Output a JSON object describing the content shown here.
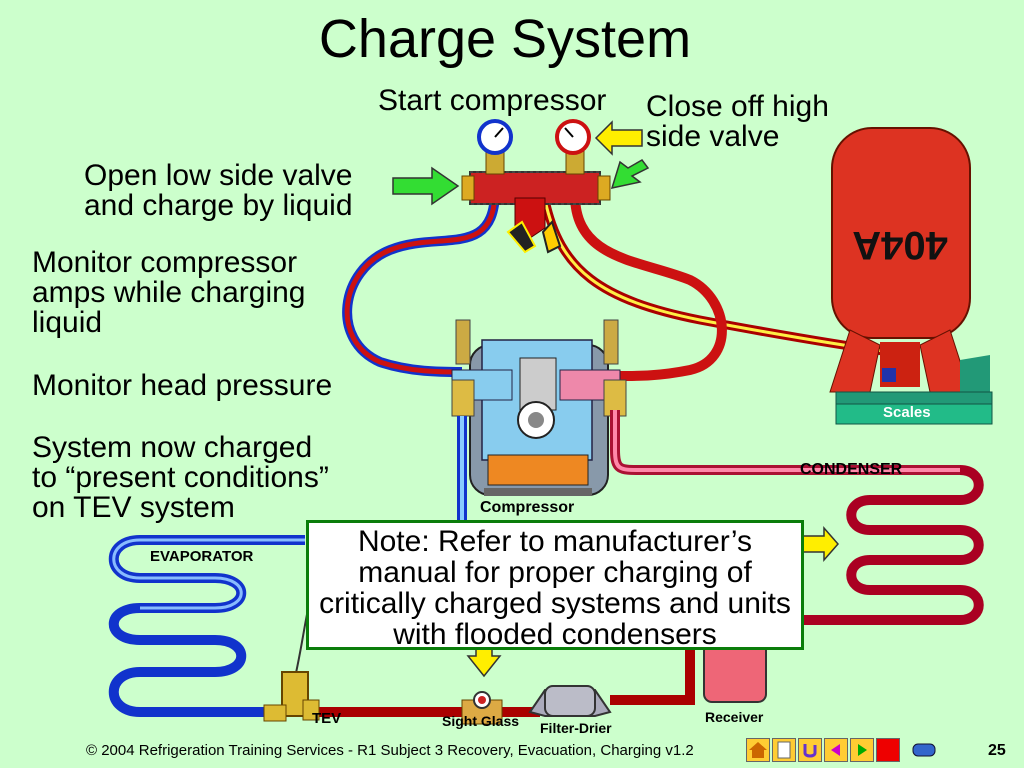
{
  "title": "Charge System",
  "labels": {
    "start_compressor": "Start compressor",
    "close_high": "Close off high\nside valve",
    "open_low": "Open low side valve\nand charge by liquid",
    "monitor_amps": "Monitor compressor\namps while charging\nliquid",
    "monitor_head": "Monitor head pressure",
    "system_charged": "System now charged\nto “present conditions”\non TEV system"
  },
  "components": {
    "cylinder": "404A",
    "scales": "Scales",
    "condenser": "CONDENSER",
    "compressor": "Compressor",
    "evaporator": "EVAPORATOR",
    "tev": "TEV",
    "sight_glass": "Sight Glass",
    "filter_drier": "Filter-Drier",
    "receiver": "Receiver"
  },
  "note": "Note: Refer to manufacturer’s manual for proper charging of critically charged systems and units with flooded condensers",
  "footer": "© 2004 Refrigeration Training Services - R1 Subject 3  Recovery, Evacuation, Charging v1.2",
  "page_number": "25",
  "colors": {
    "background": "#ccffcc",
    "high_side": "#cc1111",
    "low_side": "#1133cc",
    "liquid_line": "#cc1111",
    "condenser_hot": "#ee5577",
    "arrow_green": "#33dd33",
    "arrow_yellow": "#ffee00",
    "cylinder": "#dd3322"
  },
  "nav_icons": [
    "home-icon",
    "document-icon",
    "return-icon",
    "previous-icon",
    "next-icon",
    "stop-icon",
    "pointer-icon"
  ]
}
